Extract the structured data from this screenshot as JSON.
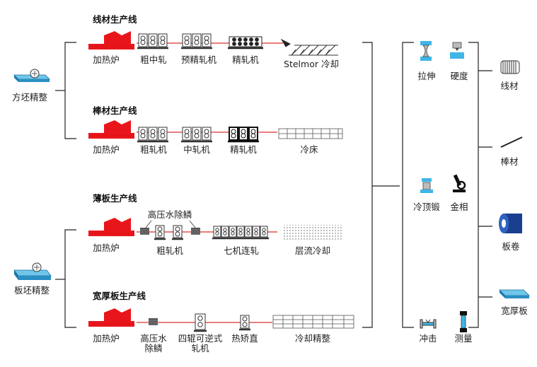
{
  "lines": {
    "wire": {
      "title": "线材生产线",
      "labels": [
        "加热炉",
        "粗中轧",
        "预精轧机",
        "精轧机",
        "Stelmor 冷却"
      ]
    },
    "bar": {
      "title": "棒材生产线",
      "labels": [
        "加热炉",
        "粗轧机",
        "中轧机",
        "精轧机",
        "冷床"
      ]
    },
    "sheet": {
      "title": "薄板生产线",
      "descaler": "高压水除鳞",
      "labels": [
        "加热炉",
        "粗轧机",
        "七机连轧",
        "层流冷却"
      ]
    },
    "plate": {
      "title": "宽厚板生产线",
      "labels": [
        "加热炉",
        "高压水\n除鳞",
        "四辊可逆式\n轧机",
        "热矫直",
        "冷却精整"
      ]
    }
  },
  "inputs": {
    "billet": "方坯精整",
    "slab": "板坯精整"
  },
  "tests": [
    "拉伸",
    "硬度",
    "冷顶锻",
    "金相",
    "冲击",
    "测量"
  ],
  "products": [
    "线材",
    "棒材",
    "板卷",
    "宽厚板"
  ],
  "colors": {
    "furnace": "#e8161b",
    "line": "#d9302c",
    "blue": "#3fb6e6",
    "blue_dark": "#1b3f8f"
  }
}
